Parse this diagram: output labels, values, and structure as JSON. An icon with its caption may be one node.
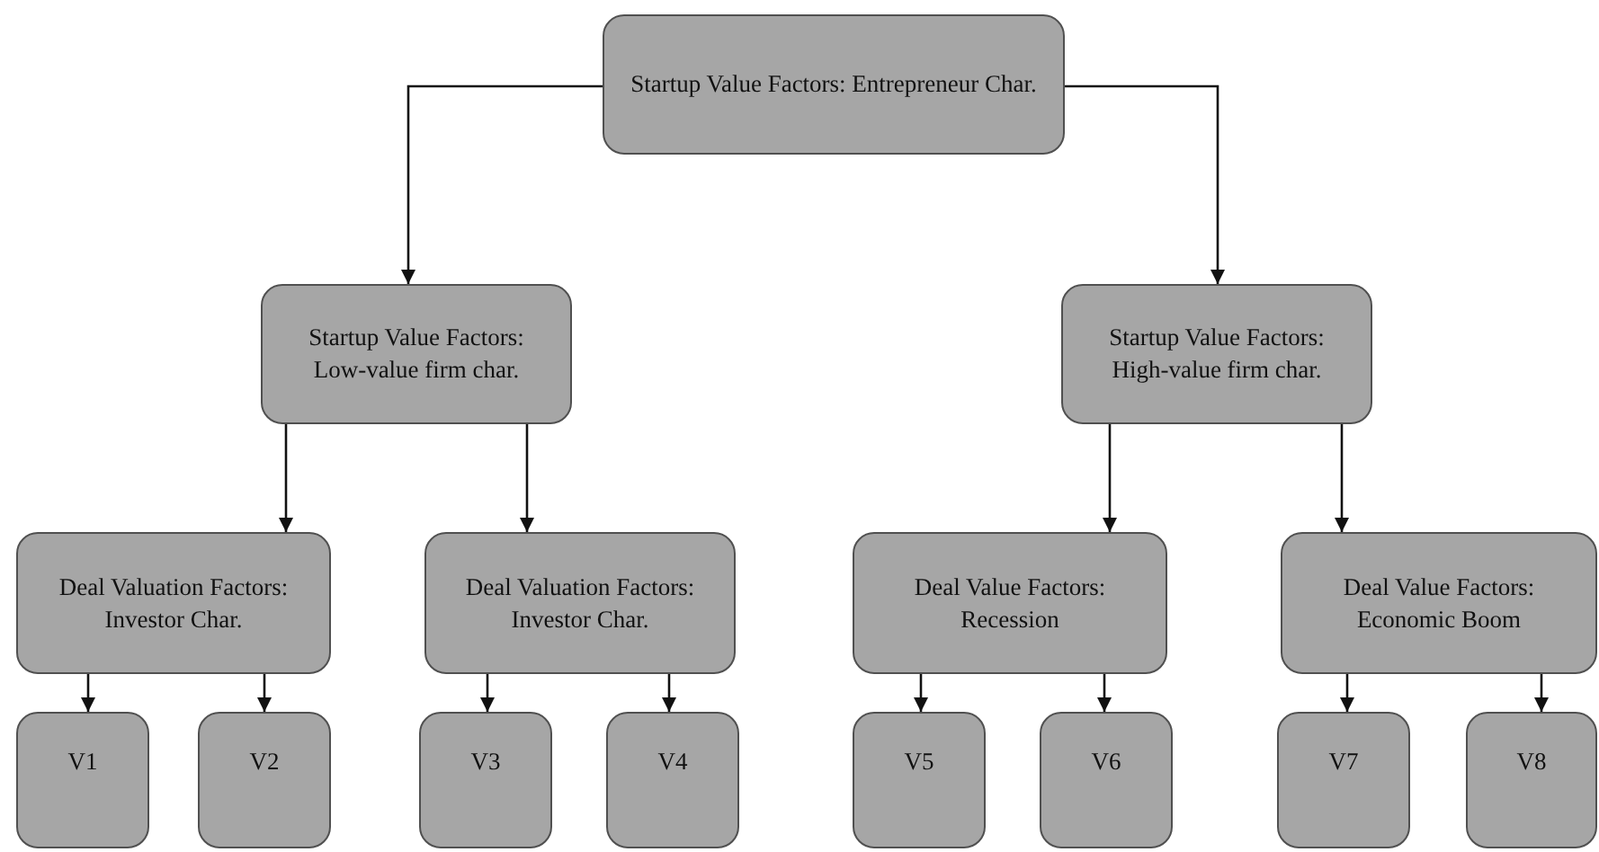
{
  "diagram": {
    "nodes": [
      {
        "text": [
          "Startup Value Factors: Entrepreneur Char."
        ]
      },
      {
        "text": [
          "Startup Value Factors: Low-value firm char."
        ]
      },
      {
        "text": [
          "Startup Value Factors: High-value firm char."
        ]
      },
      {
        "text": [
          "Deal Valuation Factors: Investor Char."
        ]
      },
      {
        "text": [
          "Deal Valuation Factors: Investor Char."
        ]
      },
      {
        "text": [
          "Deal Value Factors: Recession"
        ]
      },
      {
        "text": [
          "Deal Value Factors: Economic Boom"
        ]
      },
      {
        "text": [
          "V1"
        ]
      },
      {
        "text": [
          "V2"
        ]
      },
      {
        "text": [
          "V3"
        ]
      },
      {
        "text": [
          "V4"
        ]
      },
      {
        "text": [
          "V5"
        ]
      },
      {
        "text": [
          "V6"
        ]
      },
      {
        "text": [
          "V7"
        ]
      },
      {
        "text": [
          "V8"
        ]
      }
    ],
    "edges": [
      {
        "from": 0,
        "to": 1,
        "arrow": "to"
      },
      {
        "from": 0,
        "to": 2,
        "arrow": "to"
      },
      {
        "from": 1,
        "to": 3,
        "arrow": "to"
      },
      {
        "from": 1,
        "to": 4,
        "arrow": "to"
      },
      {
        "from": 2,
        "to": 5,
        "arrow": "to"
      },
      {
        "from": 2,
        "to": 6,
        "arrow": "to"
      },
      {
        "from": 3,
        "to": 7,
        "arrow": "to"
      },
      {
        "from": 3,
        "to": 8,
        "arrow": "to"
      },
      {
        "from": 4,
        "to": 9,
        "arrow": "to"
      },
      {
        "from": 4,
        "to": 10,
        "arrow": "to"
      },
      {
        "from": 5,
        "to": 11,
        "arrow": "to"
      },
      {
        "from": 5,
        "to": 12,
        "arrow": "to"
      },
      {
        "from": 6,
        "to": 13,
        "arrow": "to"
      },
      {
        "from": 6,
        "to": 14,
        "arrow": "to"
      }
    ]
  }
}
